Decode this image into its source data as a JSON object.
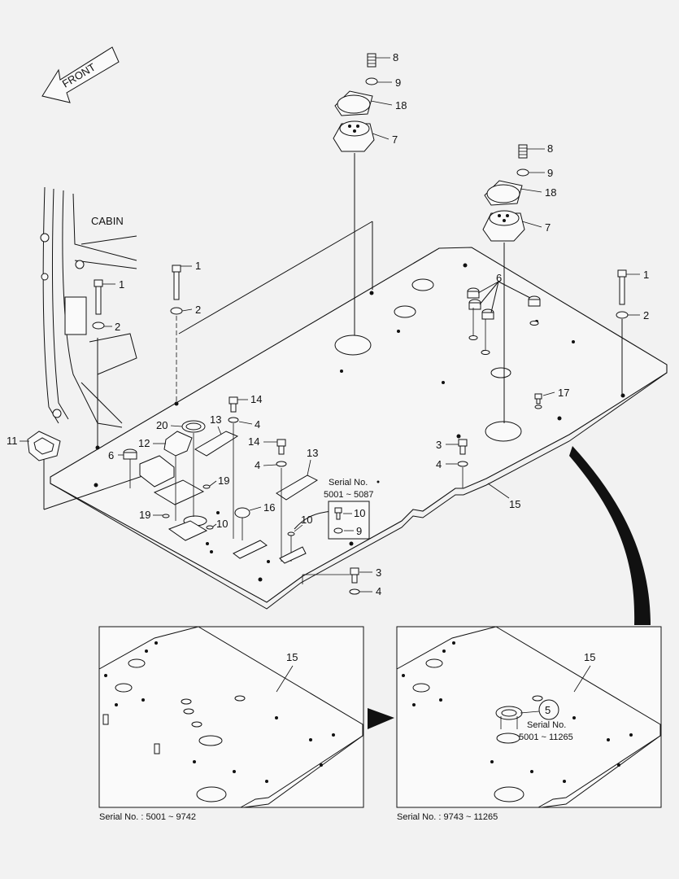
{
  "diagram": {
    "front_label": "FRONT",
    "cabin_label": "CABIN",
    "callouts": {
      "c8a": "8",
      "c9a": "9",
      "c18a": "18",
      "c7a": "7",
      "c8b": "8",
      "c9b": "9",
      "c18b": "18",
      "c7b": "7",
      "c1a": "1",
      "c2a": "2",
      "c1b": "1",
      "c2b": "2",
      "c1c": "1",
      "c2c": "2",
      "c6a": "6",
      "c6b": "6",
      "c14a": "14",
      "c4a": "4",
      "c13a": "13",
      "c20": "20",
      "c11": "11",
      "c12": "12",
      "c14b": "14",
      "c4b": "4",
      "c13b": "13",
      "c19a": "19",
      "c19b": "19",
      "c10a": "10",
      "c16": "16",
      "c10b": "10",
      "c10c": "10",
      "c9c": "9",
      "c3a": "3",
      "c4c": "4",
      "c17": "17",
      "c15a": "15",
      "c3b": "3",
      "c4d": "4",
      "c15b": "15",
      "c15c": "15",
      "c5": "5"
    },
    "serial_box_title": "Serial No.",
    "serial_box_range": "5001 ~ 5087",
    "detail_right_serial_title": "Serial No.",
    "detail_right_serial_range": "5001 ~ 11265",
    "caption_left": "Serial No. : 5001 ~ 9742",
    "caption_right": "Serial No. : 9743 ~ 11265"
  }
}
